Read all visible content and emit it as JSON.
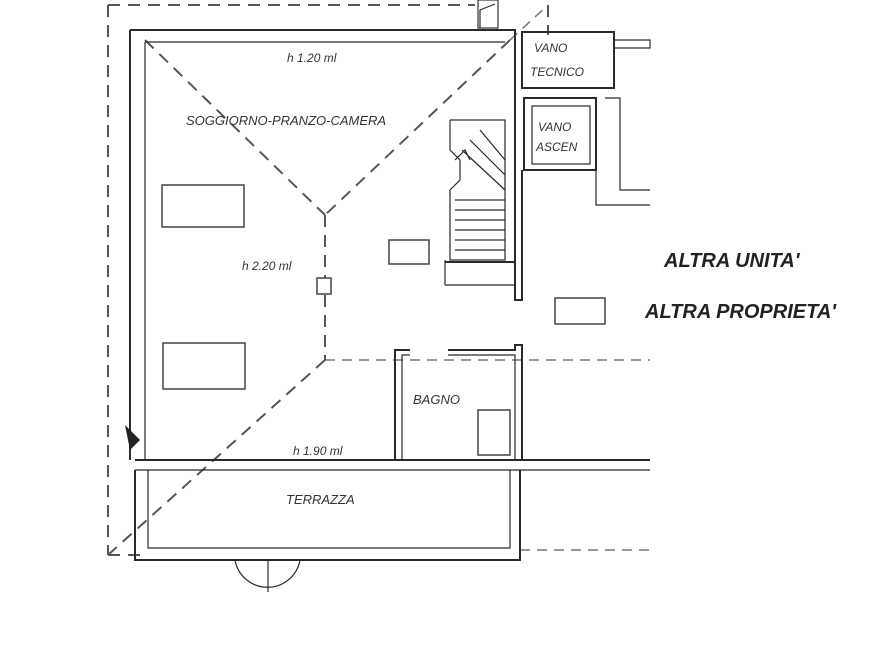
{
  "labels": {
    "room_main": "SOGGIORNO-PRANZO-CAMERA",
    "height_top": "h 1.20 ml",
    "height_mid": "h 2.20 ml",
    "height_bottom": "h 1.90 ml",
    "room_bath": "BAGNO",
    "room_terrace": "TERRAZZA",
    "vano_tecnico_line1": "VANO",
    "vano_tecnico_line2": "TECNICO",
    "vano_ascensore_line1": "VANO",
    "vano_ascensore_line2": "ASCEN",
    "other_unit": "ALTRA UNITA'",
    "other_property": "ALTRA PROPRIETA'"
  }
}
